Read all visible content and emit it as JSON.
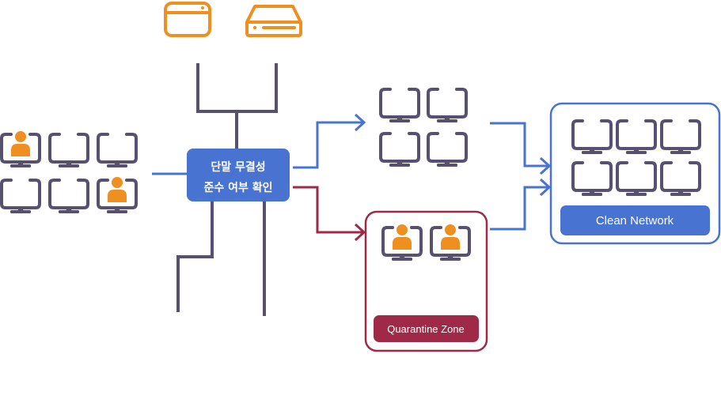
{
  "colors": {
    "orange": "#EE8F1F",
    "dark": "#57506F",
    "blue": "#4873D1",
    "crimson": "#9E2A48",
    "white": "#FFFFFF"
  },
  "top_devices": [
    {
      "name": "browser-window-icon"
    },
    {
      "name": "server-drive-icon"
    }
  ],
  "check_box": {
    "line1": "단말 무결성",
    "line2": "준수 여부 확인"
  },
  "source_group": {
    "monitors": [
      {
        "user": true
      },
      {
        "user": false
      },
      {
        "user": false
      },
      {
        "user": false
      },
      {
        "user": false
      },
      {
        "user": true
      }
    ]
  },
  "compliant_group": {
    "monitors": [
      {
        "user": false
      },
      {
        "user": false
      },
      {
        "user": false
      },
      {
        "user": false
      }
    ]
  },
  "quarantine_zone": {
    "label": "Quarantine Zone",
    "monitors": [
      {
        "user": true
      },
      {
        "user": true
      }
    ]
  },
  "clean_network": {
    "label": "Clean Network",
    "monitors": [
      {
        "user": false
      },
      {
        "user": false
      },
      {
        "user": false
      },
      {
        "user": false
      },
      {
        "user": false
      },
      {
        "user": false
      }
    ]
  }
}
